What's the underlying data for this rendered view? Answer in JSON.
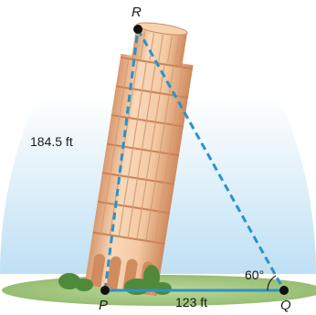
{
  "labels": {
    "point_r": "R",
    "point_p": "P",
    "point_q": "Q",
    "height": "184.5 ft",
    "base": "123 ft",
    "angle_q": "60°"
  },
  "colors": {
    "sky_top": "#ffffff",
    "sky_bottom": "#bfe0f4",
    "ground": "#a6c980",
    "tower_light": "#f6d2b0",
    "tower_dark": "#d9956a",
    "segment": "#2a93c8",
    "point": "#111111"
  },
  "icons": {
    "tower": "leaning-tower-of-pisa-illustration",
    "shrubs": "bush-illustration"
  }
}
